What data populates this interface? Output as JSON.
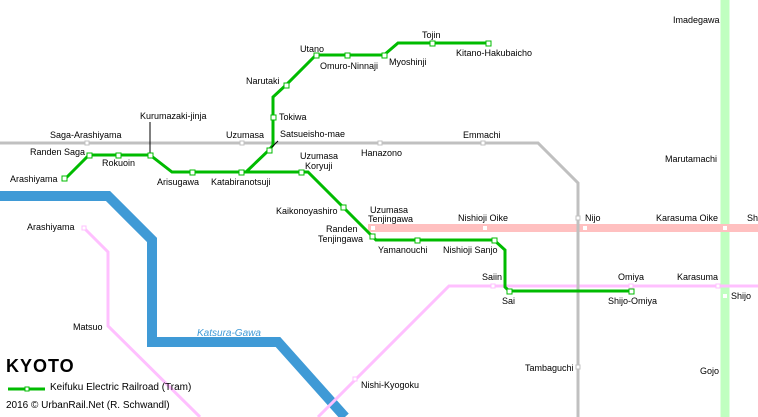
{
  "title": "KYOTO",
  "legend": {
    "label": "Keifuku Electric Railroad (Tram)"
  },
  "credit": "2016 © UrbanRail.Net (R. Schwandl)",
  "river": "Katsura-Gawa",
  "colors": {
    "tram": "#00bb00",
    "jr": "#c0c0c0",
    "tozai": "#ffc0c0",
    "karasuma": "#c0ffc0",
    "hankyu": "#ffc0ff",
    "river": "#3f9ad6"
  },
  "stations": {
    "arashiyama": "Arashiyama",
    "randen_saga": "Randen  Saga",
    "rokuoin": "Rokuoin",
    "kurumazaki": "Kurumazaki-jinja",
    "arisugawa": "Arisugawa",
    "katabiranotsuji": "Katabiranotsuji",
    "uzumasa_koryuji_1": "Uzumasa",
    "uzumasa_koryuji_2": "Koryuji",
    "kaikonoyashiro": "Kaikonoyashiro",
    "randen_tenjingawa_1": "Randen",
    "randen_tenjingawa_2": "Tenjingawa",
    "yamanouchi": "Yamanouchi",
    "nishioji_sanjo": "Nishioji Sanjo",
    "sai": "Sai",
    "shijo_omiya": "Shijo-Omiya",
    "satsueisho": "Satsueisho-mae",
    "tokiwa": "Tokiwa",
    "narutaki": "Narutaki",
    "utano": "Utano",
    "omuro": "Omuro-Ninnaji",
    "myoshinji": "Myoshinji",
    "tojin": "Tojin",
    "kitano": "Kitano-Hakubaicho",
    "saga_arashiyama": "Saga-Arashiyama",
    "uzumasa": "Uzumasa",
    "hanazono": "Hanazono",
    "emmachi": "Emmachi",
    "nijo": "Nijo",
    "tambaguchi": "Tambaguchi",
    "uzumasa_tenjingawa_1": "Uzumasa",
    "uzumasa_tenjingawa_2": "Tenjingawa",
    "nishioji_oike": "Nishioji  Oike",
    "karasuma_oike": "Karasuma  Oike",
    "sh": "Sh",
    "imadegawa": "Imadegawa",
    "marutamachi": "Marutamachi",
    "shijo": "Shijo",
    "gojo": "Gojo",
    "saiin": "Saiin",
    "omiya": "Omiya",
    "karasuma": "Karasuma",
    "nishi_kyogoku": "Nishi-Kyogoku",
    "hankyu_arashiyama": "Arashiyama",
    "matsuo": "Matsuo"
  }
}
